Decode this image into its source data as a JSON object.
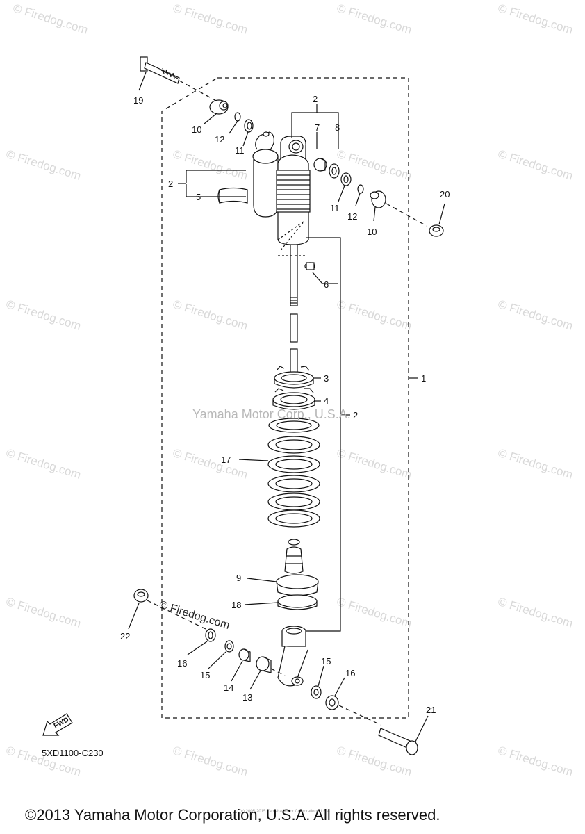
{
  "diagram_code": "5XD1100-C230",
  "copyright": "©2013 Yamaha Motor Corporation, U.S.A. All rights reserved.",
  "watermark_center": "Yamaha Motor Corp., U.S.A.",
  "watermark_inline": "© Firedog.com",
  "watermark_repeat": "© Firedog.com",
  "tiny_credit": "(c) 2005-2015 Yamaha Motor Corporation, U.S.A.",
  "fwd_label": "FWD",
  "callouts": {
    "c1": "1",
    "c2a": "2",
    "c2b": "2",
    "c2c": "2",
    "c3": "3",
    "c4": "4",
    "c5": "5",
    "c6": "6",
    "c7": "7",
    "c8": "8",
    "c9": "9",
    "c10a": "10",
    "c10b": "10",
    "c11a": "11",
    "c11b": "11",
    "c12a": "12",
    "c12b": "12",
    "c13": "13",
    "c14": "14",
    "c15a": "15",
    "c15b": "15",
    "c16a": "16",
    "c16b": "16",
    "c17": "17",
    "c18": "18",
    "c19": "19",
    "c20": "20",
    "c21": "21",
    "c22": "22"
  }
}
